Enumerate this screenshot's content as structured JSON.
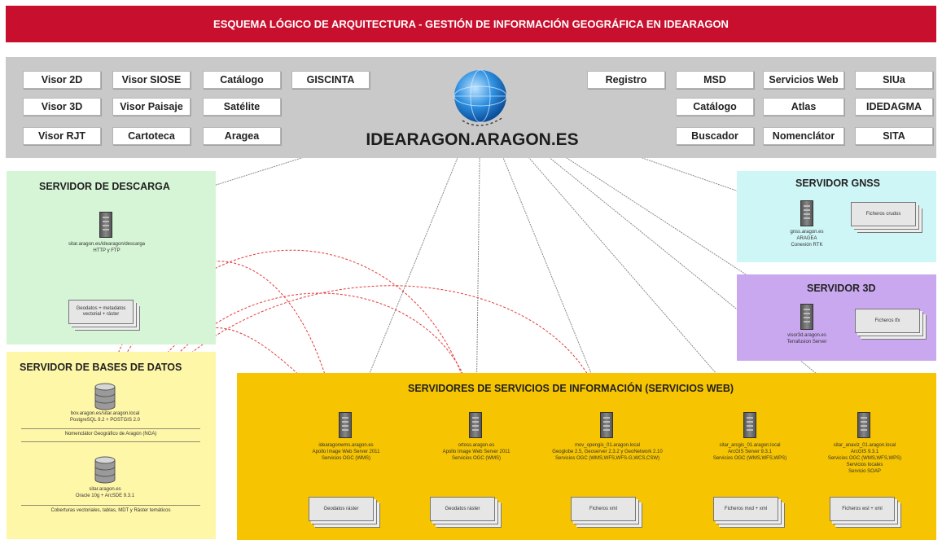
{
  "title": "ESQUEMA LÓGICO DE ARQUITECTURA - GESTIÓN DE INFORMACIÓN GEOGRÁFICA EN IDEARAGON",
  "domain": "IDEARAGON.ARAGON.ES",
  "apps_left": [
    [
      "Visor 2D",
      "Visor SIOSE",
      "Catálogo",
      "GISCINTA"
    ],
    [
      "Visor 3D",
      "Visor Paisaje",
      "Satélite"
    ],
    [
      "Visor RJT",
      "Cartoteca",
      "Aragea"
    ]
  ],
  "apps_right": [
    [
      "Registro",
      "MSD",
      "Servicios Web",
      "SIUa"
    ],
    [
      "Catálogo",
      "Atlas",
      "IDEDAGMA"
    ],
    [
      "Buscador",
      "Nomenclátor",
      "SITA"
    ]
  ],
  "zones": {
    "descarga": {
      "title": "SERVIDOR DE DESCARGA",
      "server_label": "sitar.aragon.es/idearagon/descarga",
      "server_sub": "HTTP y FTP",
      "doc": "Geodatos + metadatos vectorial + ráster"
    },
    "bases_datos": {
      "title": "SERVIDOR DE BASES DE DATOS",
      "db1_label": "bov.aragon.es/sitar.aragon.local",
      "db1_sub": "PostgreSQL 9.2 + POSTGIS 2.0",
      "db1_note": "Nomenclátor Geográfico de Aragón (NGA)",
      "db2_label": "sitar.aragon.es",
      "db2_sub": "Oracle 10g + ArcSDE 9.3.1",
      "db2_note": "Coberturas vectoriales, tablas, MDT y Ráster temáticos"
    },
    "gnss": {
      "title": "SERVIDOR GNSS",
      "server_label": "gnss.aragon.es",
      "server_sub1": "ARAGEA",
      "server_sub2": "Conexión RTK",
      "doc": "Ficheros crudos"
    },
    "tres_d": {
      "title": "SERVIDOR 3D",
      "server_label": "visor3d.aragon.es",
      "server_sub": "Terrafusion Server",
      "doc": "Ficheros tfx"
    },
    "servicios": {
      "title": "SERVIDORES DE SERVICIOS DE INFORMACIÓN (SERVICIOS WEB)",
      "servers": [
        {
          "name": "idearagonwms.aragon.es",
          "l2": "Apollo Image Web Server 2011",
          "l3": "Servicios OGC (WMS)",
          "doc": "Geodatos ráster"
        },
        {
          "name": "ortoss.aragon.es",
          "l2": "Apollo Image Web Server 2011",
          "l3": "Servicios OGC (WMS)",
          "doc": "Geodatos ráster"
        },
        {
          "name": "mov_opengis_01.aragon.local",
          "l2": "Geoglobe 2.5, Geoserver 2.3.2 y GeoNetwork 2.10",
          "l3": "Servicios OGC (WMS,WFS,WFS-G,WCS,CSW)",
          "doc": "Ficheros xml"
        },
        {
          "name": "sitar_arcgis_01.aragon.local",
          "l2": "ArcGIS Server 9.3.1",
          "l3": "Servicios OGC (WMS,WFS,WPS)",
          "doc": "Ficheros mxd + xml"
        },
        {
          "name": "sitar_anaviz_01.aragon.local",
          "l2": "ArcGIS 9.3.1",
          "l3": "Servicios OGC (WMS,WFS,WPS)",
          "l4": "Servicios locales",
          "l5": "Servicio SOAP",
          "doc": "Ficheros wsl + xml"
        }
      ]
    }
  },
  "colors": {
    "title_bar": "#c8102e",
    "band": "#c9c9c9",
    "descarga": "#d6f5d6",
    "bases_datos": "#fff7a8",
    "gnss": "#cff6f6",
    "tres_d": "#c9a8f0",
    "servicios": "#f6c400",
    "connector": "#e23b3b"
  }
}
